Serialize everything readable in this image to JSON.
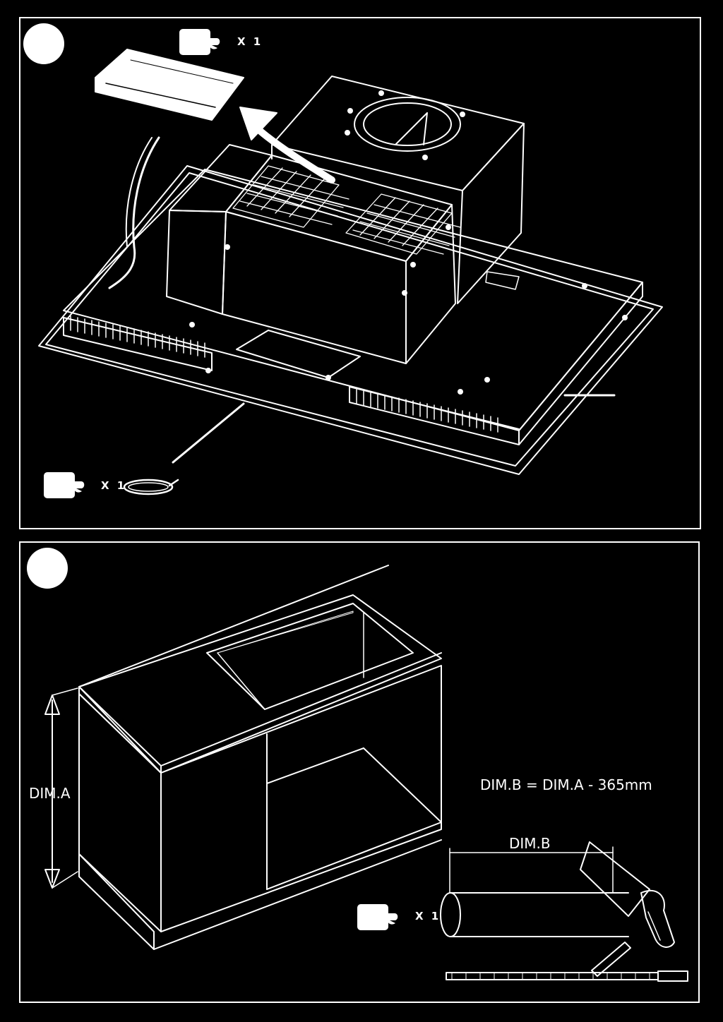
{
  "step1": {
    "filter_kit_quantity": "X 1",
    "seal_kit_quantity": "X 1"
  },
  "step2": {
    "dim_a_label": "DIM.A",
    "dim_b_label": "DIM.B",
    "formula": "DIM.B = DIM.A - 365mm",
    "duct_kit_quantity": "X 1"
  }
}
